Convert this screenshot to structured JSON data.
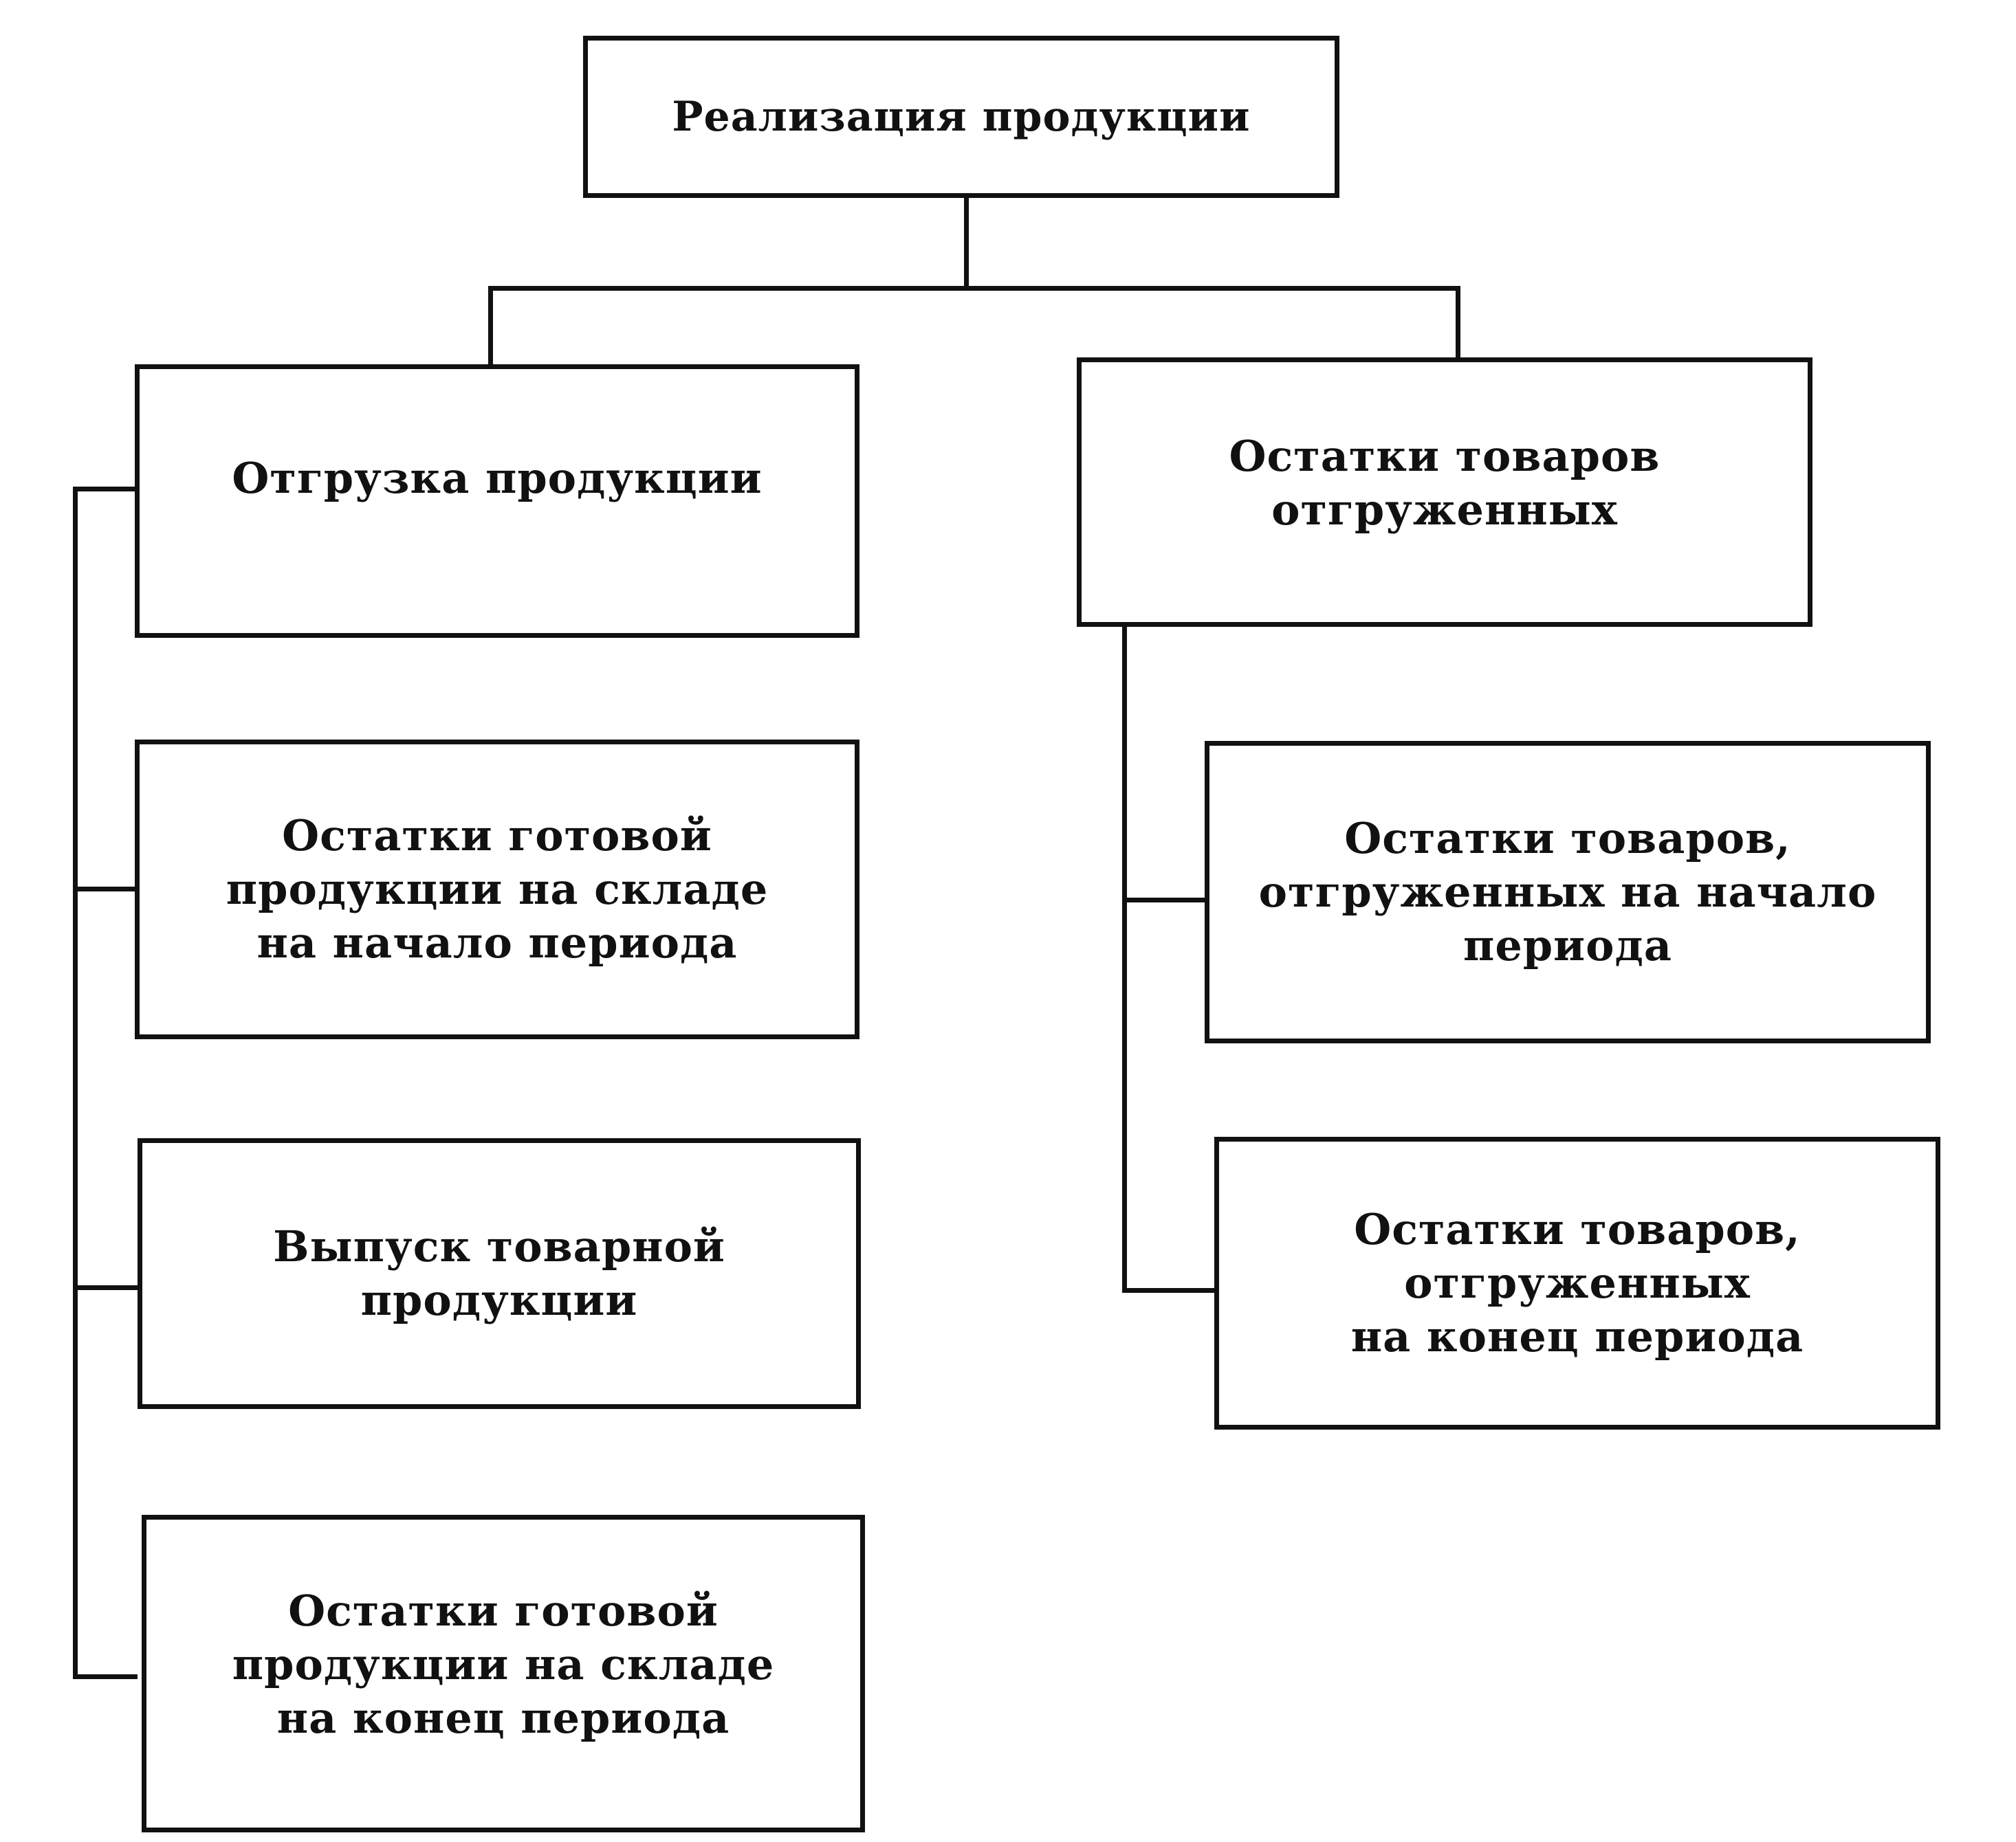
{
  "diagram": {
    "root": "Реализация продукции",
    "left": {
      "head": "Отгрузка продукции",
      "items": [
        "Остатки готовой\nпродукции на складе\nна начало периода",
        "Выпуск товарной\nпродукции",
        "Остатки готовой\nпродукции на складе\nна конец периода"
      ]
    },
    "right": {
      "head": "Остатки товаров\nотгруженных",
      "items": [
        "Остатки товаров,\nотгруженных на начало\nпериода",
        "Остатки товаров,\nотгруженных\nна конец периода"
      ]
    }
  }
}
